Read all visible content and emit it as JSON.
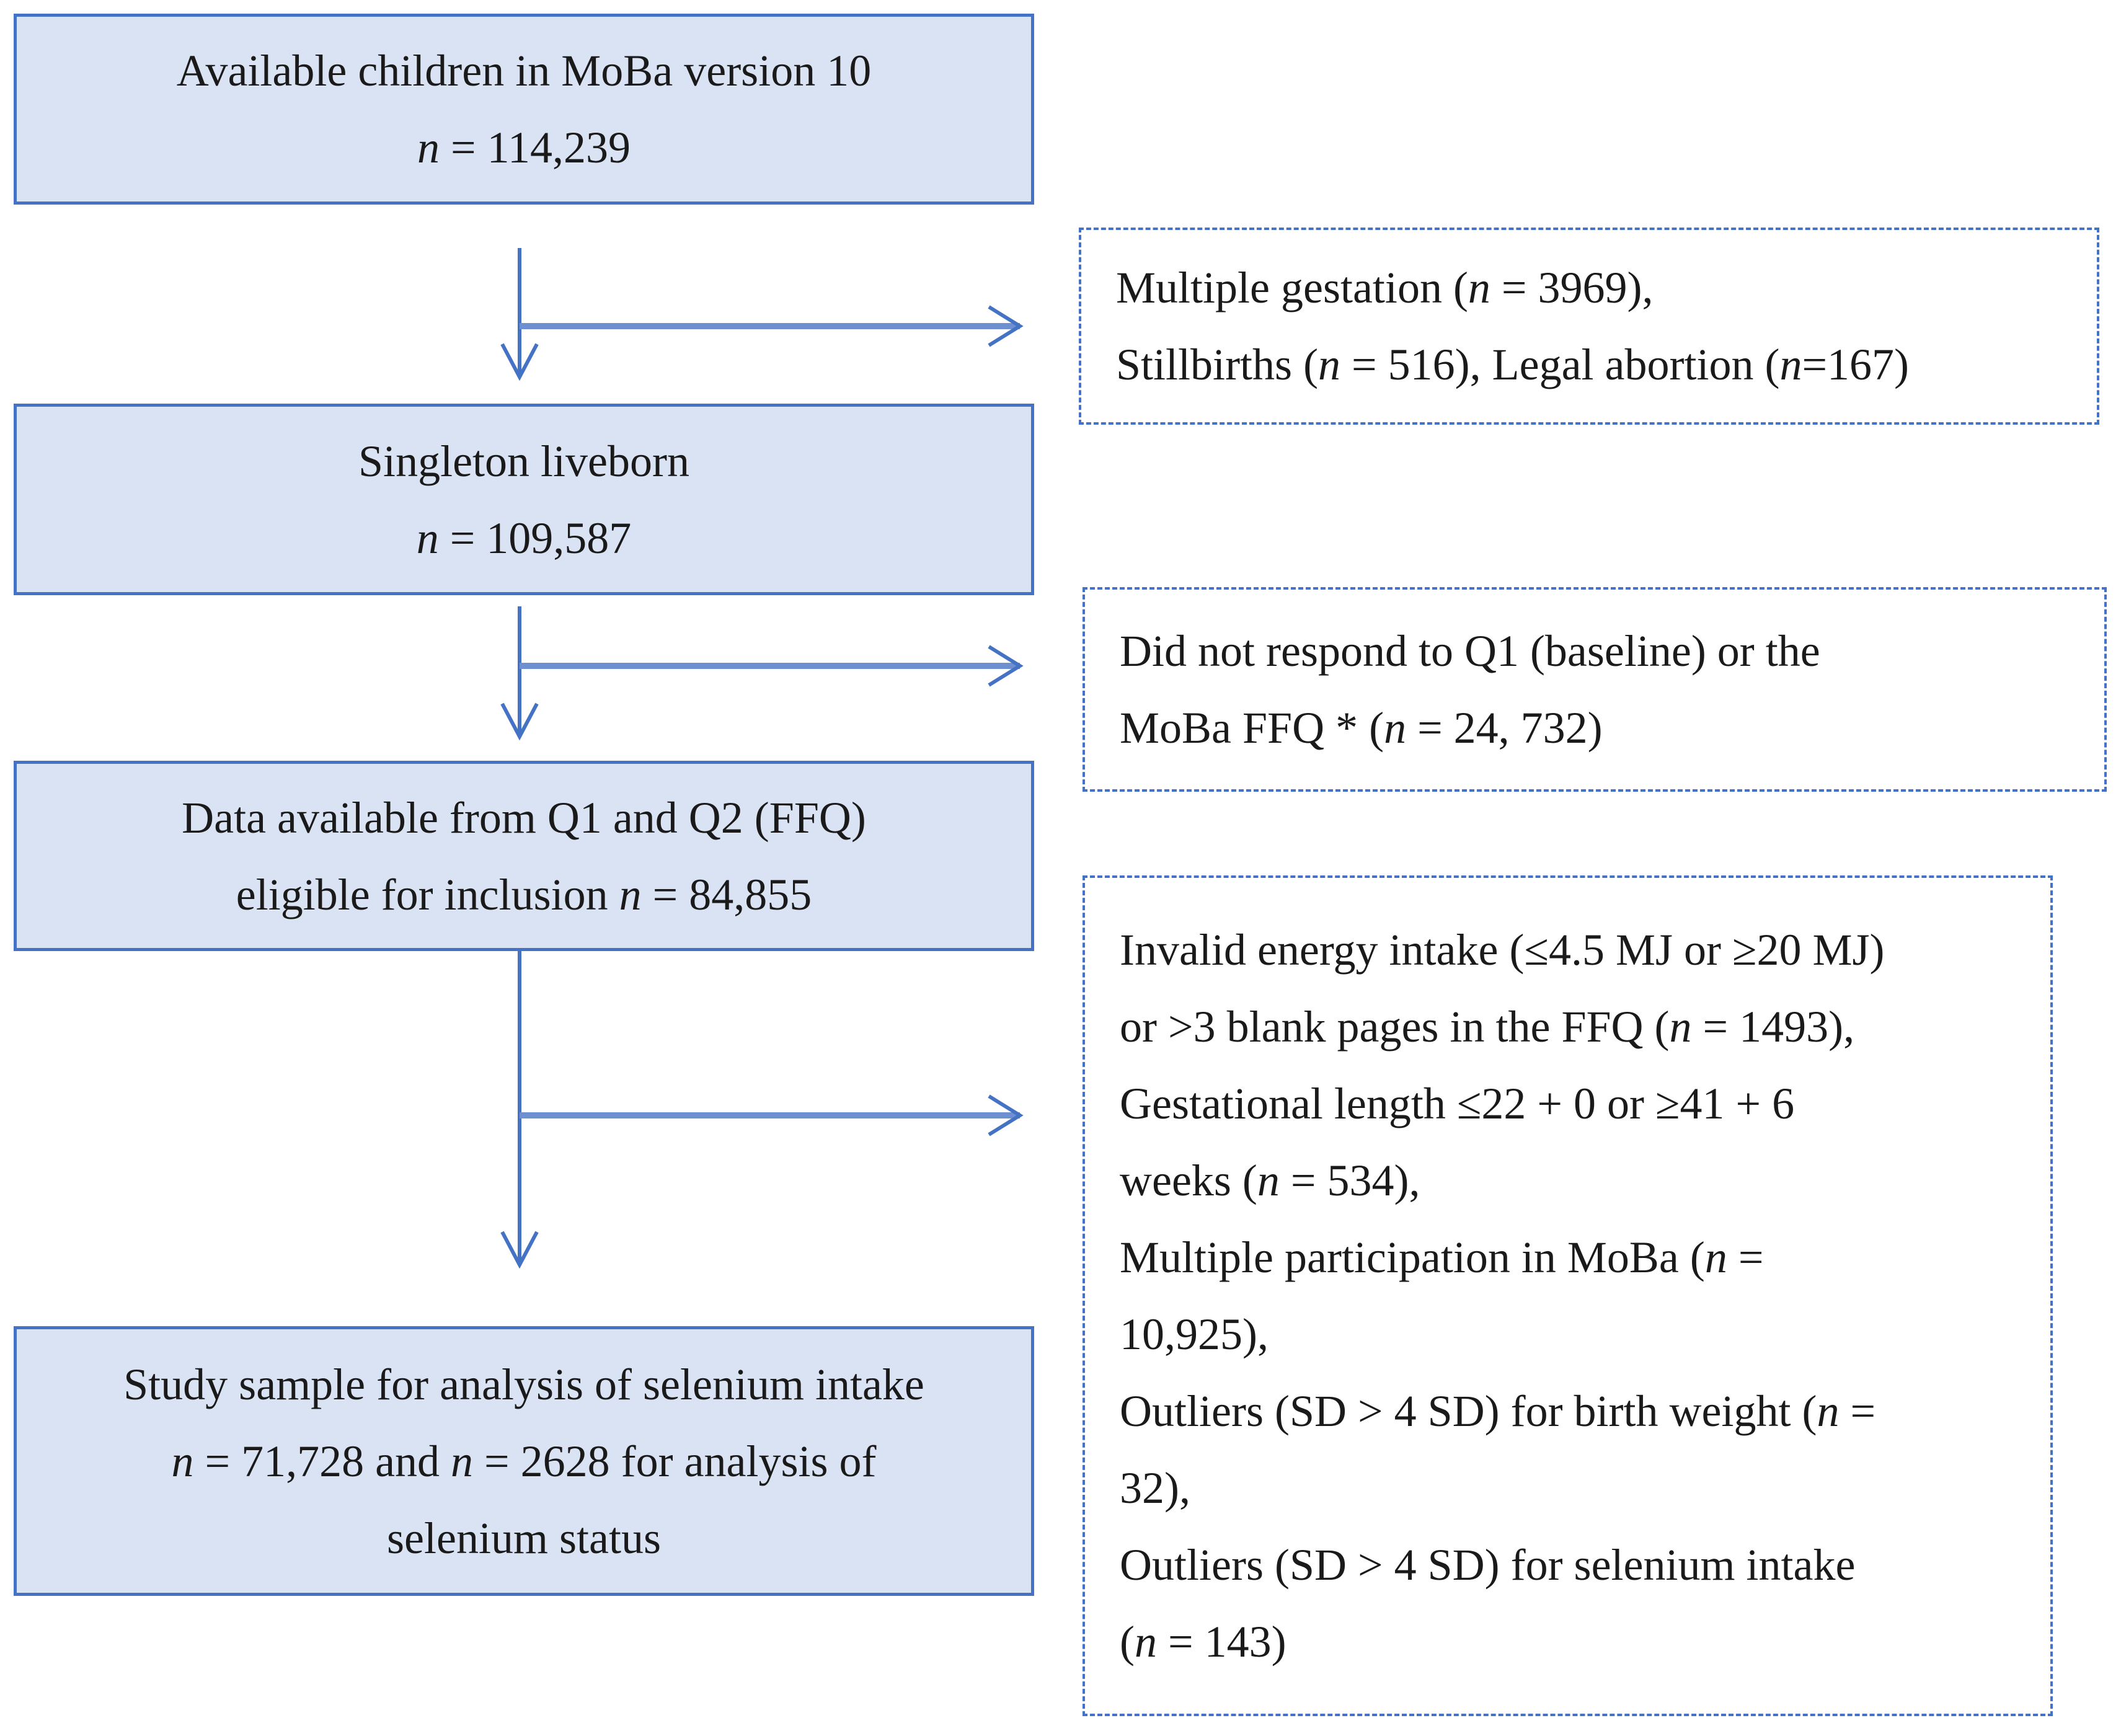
{
  "colors": {
    "box_fill": "#dae3f3",
    "border": "#4472c4",
    "arrow": "#4472c4"
  },
  "main_boxes": [
    {
      "lines": [
        [
          {
            "t": "Available children in MoBa version 10"
          }
        ],
        [
          {
            "t": "n",
            "i": true
          },
          {
            "t": " = 114,239"
          }
        ]
      ]
    },
    {
      "lines": [
        [
          {
            "t": "Singleton liveborn"
          }
        ],
        [
          {
            "t": "n",
            "i": true
          },
          {
            "t": " = 109,587"
          }
        ]
      ]
    },
    {
      "lines": [
        [
          {
            "t": "Data available from Q1 and Q2 (FFQ)"
          }
        ],
        [
          {
            "t": "eligible for inclusion "
          },
          {
            "t": "n",
            "i": true
          },
          {
            "t": " = 84,855"
          }
        ]
      ]
    },
    {
      "lines": [
        [
          {
            "t": "Study sample for analysis of selenium intake"
          }
        ],
        [
          {
            "t": "n",
            "i": true
          },
          {
            "t": " = 71,728 and "
          },
          {
            "t": "n",
            "i": true
          },
          {
            "t": " = 2628 for analysis of"
          }
        ],
        [
          {
            "t": "selenium status"
          }
        ]
      ]
    }
  ],
  "exclusion_boxes": [
    {
      "lines": [
        [
          {
            "t": "Multiple gestation ("
          },
          {
            "t": "n",
            "i": true
          },
          {
            "t": " = 3969),"
          }
        ],
        [
          {
            "t": "Stillbirths ("
          },
          {
            "t": "n",
            "i": true
          },
          {
            "t": " = 516), Legal abortion ("
          },
          {
            "t": "n",
            "i": true
          },
          {
            "t": "=167)"
          }
        ]
      ]
    },
    {
      "lines": [
        [
          {
            "t": "Did not respond to Q1 (baseline) or the"
          }
        ],
        [
          {
            "t": "MoBa FFQ * ("
          },
          {
            "t": "n",
            "i": true
          },
          {
            "t": " = 24, 732)"
          }
        ]
      ]
    },
    {
      "lines": [
        [
          {
            "t": "Invalid energy intake (≤4.5 MJ or ≥20 MJ)"
          }
        ],
        [
          {
            "t": "or >3 blank pages in the FFQ ("
          },
          {
            "t": "n",
            "i": true
          },
          {
            "t": " = 1493),"
          }
        ],
        [
          {
            "t": "Gestational length ≤22 + 0 or ≥41 + 6"
          }
        ],
        [
          {
            "t": "weeks ("
          },
          {
            "t": "n",
            "i": true
          },
          {
            "t": " = 534),"
          }
        ],
        [
          {
            "t": "Multiple participation in MoBa ("
          },
          {
            "t": "n",
            "i": true
          },
          {
            "t": " ="
          }
        ],
        [
          {
            "t": "10,925),"
          }
        ],
        [
          {
            "t": "Outliers (SD > 4 SD) for birth weight ("
          },
          {
            "t": "n",
            "i": true
          },
          {
            "t": " ="
          }
        ],
        [
          {
            "t": "32),"
          }
        ],
        [
          {
            "t": "Outliers (SD > 4 SD) for selenium intake"
          }
        ],
        [
          {
            "t": "("
          },
          {
            "t": "n",
            "i": true
          },
          {
            "t": " = 143)"
          }
        ]
      ]
    }
  ]
}
